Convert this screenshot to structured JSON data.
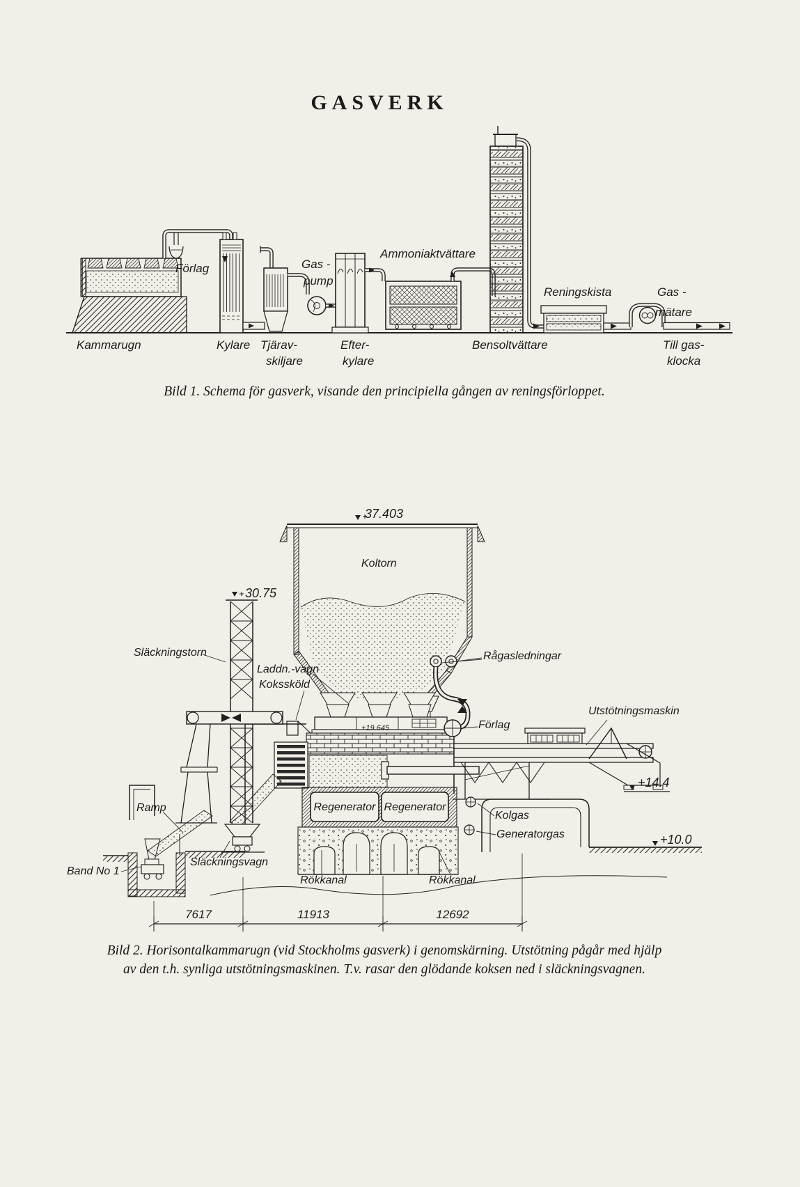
{
  "page": {
    "title": "GASVERK",
    "background": "#f2efe8",
    "ink": "#1f1f1f"
  },
  "figure1": {
    "caption": "Bild 1. Schema för gasverk, visande den principiella gången av reningsförloppet.",
    "labels_above": {
      "forlag": "Förlag",
      "gas_line1": "Gas -",
      "gas_line2": "pump",
      "ammoniaktvattare": "Ammoniaktvättare",
      "reningskista": "Reningskista",
      "matare_line1": "Gas -",
      "matare_line2": "mätare"
    },
    "labels_below": {
      "kammarugn": "Kammarugn",
      "kylare": "Kylare",
      "tjarav_line1": "Tjärav-",
      "tjarav_line2": "skiljare",
      "efter_line1": "Efter-",
      "efter_line2": "kylare",
      "bensoltvattare": "Bensoltvättare",
      "tillgas_line1": "Till gas-",
      "tillgas_line2": "klocka"
    }
  },
  "figure2": {
    "caption_line1": "Bild 2. Horisontalkammarugn (vid Stockholms gasverk) i genomskärning. Utstötning pågår med hjälp",
    "caption_line2": "av den t.h. synliga utstötningsmaskinen. T.v. rasar den glödande koksen ned i släckningsvagnen.",
    "labels": {
      "elev_koltorn": "37.403",
      "koltorn": "Koltorn",
      "elev_slackningstorn": "30.75",
      "slackningstorn": "Släckningstorn",
      "laddn_vagn": "Laddn.-vagn",
      "koksskold": "Kokssköld",
      "ragasledningar": "Rågasledningar",
      "forlag": "Förlag",
      "utstotningsmaskin": "Utstötningsmaskin",
      "elev_ugnstak": "+19.645",
      "regenerator_left": "Regenerator",
      "regenerator_right": "Regenerator",
      "ramp": "Ramp",
      "kolgas": "Kolgas",
      "generatorgas": "Generatorgas",
      "elev_kaj": "+14.4",
      "elev_mark": "+10.0",
      "band_no_1": "Band No 1",
      "slackningsvagn": "Släckningsvagn",
      "rokkanal_left": "Rökkanal",
      "rokkanal_right": "Rökkanal"
    },
    "dimensions": {
      "d1": "7617",
      "d2": "11913",
      "d3": "12692"
    }
  }
}
